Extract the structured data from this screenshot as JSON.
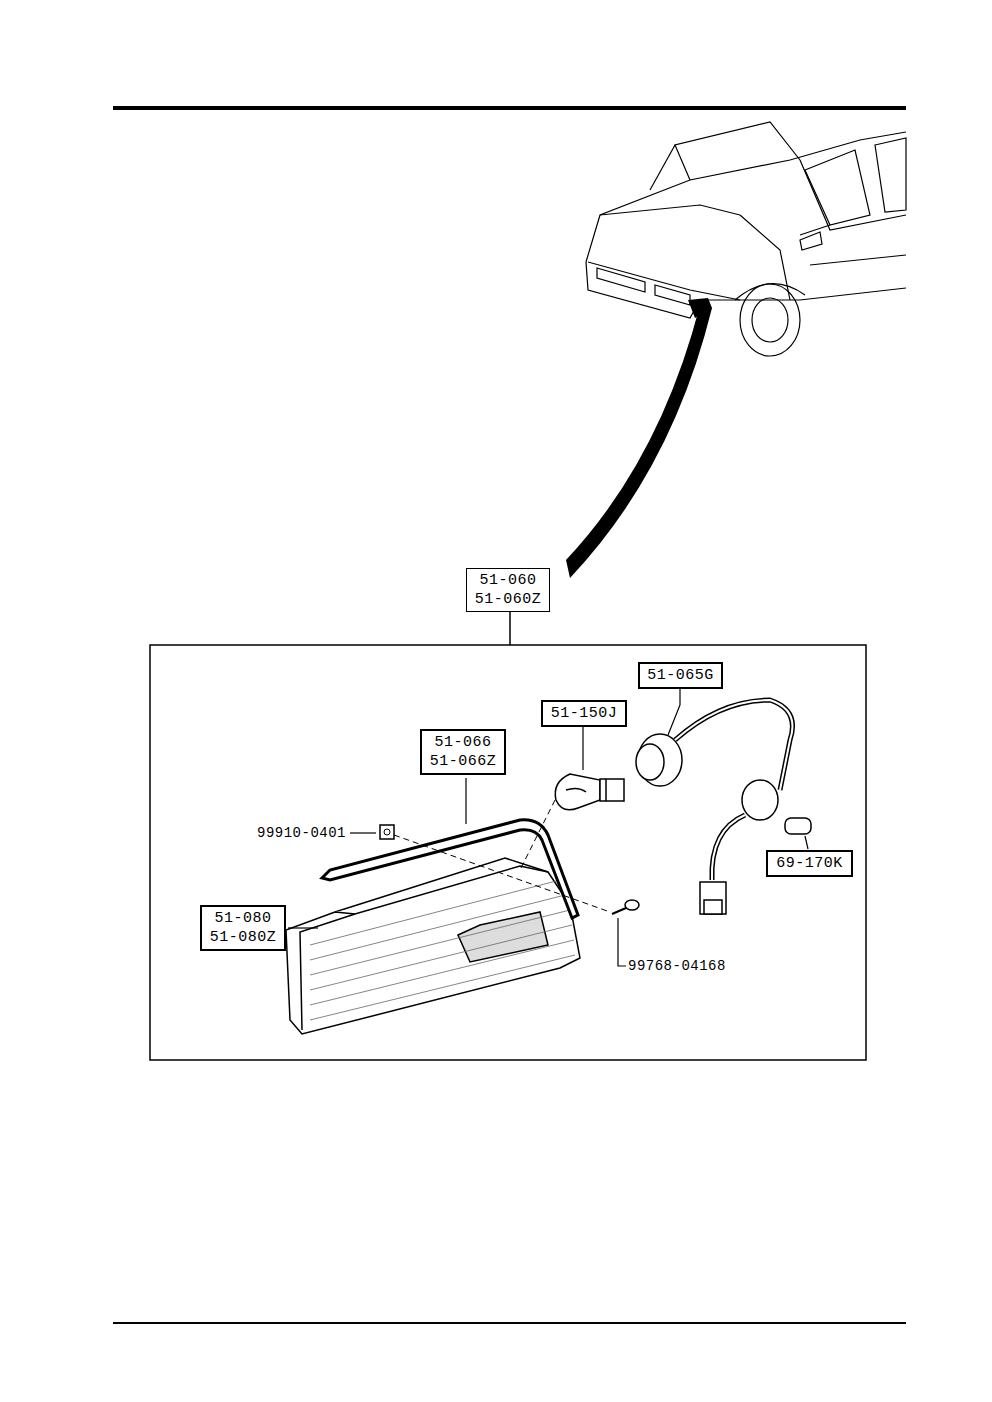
{
  "diagram": {
    "nodes": [
      {
        "text": [
          "51-060",
          "51-060Z"
        ]
      },
      {
        "text": [
          "51-065G"
        ]
      },
      {
        "text": [
          "51-150J"
        ]
      },
      {
        "text": [
          "51-066",
          "51-066Z"
        ]
      },
      {
        "text": [
          "69-170K"
        ]
      },
      {
        "text": [
          "51-080",
          "51-080Z"
        ]
      }
    ],
    "labels": [
      "99910-0401",
      "99768-04168"
    ]
  }
}
